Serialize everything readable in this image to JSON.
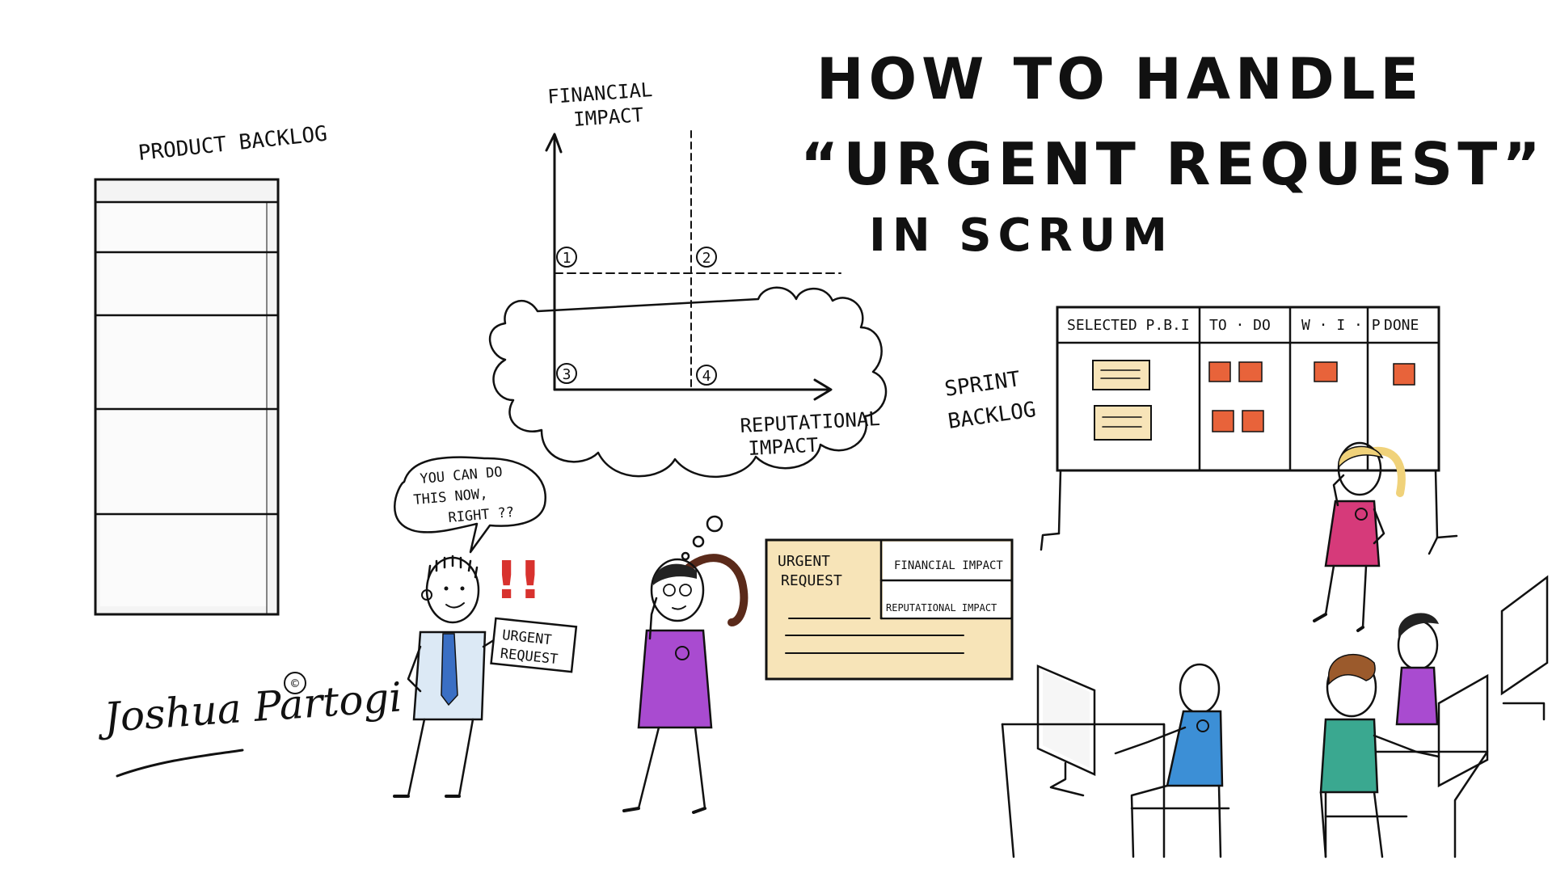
{
  "title": {
    "line1": "How to handle",
    "line2": "“Urgent request”",
    "line3": "in scrum"
  },
  "product_backlog": {
    "label": "Product backlog"
  },
  "matrix": {
    "y_axis_line1": "Financial",
    "y_axis_line2": "impact",
    "x_axis_line1": "Reputational",
    "x_axis_line2": "impact",
    "quadrants": [
      "1",
      "2",
      "3",
      "4"
    ]
  },
  "speech_bubble": {
    "line1": "You can do",
    "line2": "this now,",
    "line3": "right ??"
  },
  "exclamation": "!!",
  "held_card": {
    "line1": "Urgent",
    "line2": "request"
  },
  "request_card": {
    "title_line1": "Urgent",
    "title_line2": "request",
    "field1": "Financial impact",
    "field2": "Reputational impact"
  },
  "sprint_backlog": {
    "label_line1": "Sprint",
    "label_line2": "backlog",
    "columns": [
      "Selected P.B.I",
      "To · do",
      "W · I · P",
      "Done"
    ]
  },
  "signature": {
    "name": "Joshua Partogi",
    "mark": "©"
  },
  "colors": {
    "sticky": "#e8633a",
    "card": "#f7e4b8",
    "purple": "#a94bd0",
    "pink": "#d63a7a",
    "blue": "#3c8fd6",
    "teal": "#3aa890",
    "tie": "#3a6fc4",
    "shirt": "#dce9f5",
    "ponytail": "#5a2a1a",
    "blonde": "#f0d27a",
    "curly": "#9b5a2c",
    "exclaim": "#d8322e"
  }
}
